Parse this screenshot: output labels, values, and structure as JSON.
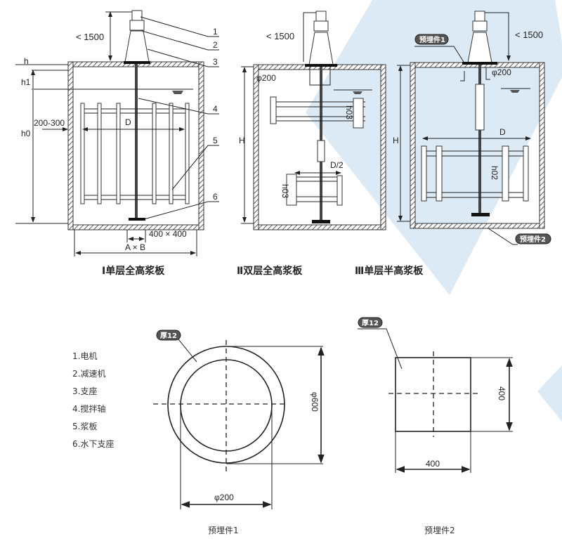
{
  "colors": {
    "background_accent": "#dbeaf5",
    "line": "#222222"
  },
  "diagram1": {
    "caption": "Ⅰ单层全高浆板",
    "height_limit": "< 1500",
    "labels": {
      "h": "h",
      "h1": "h1",
      "h0": "h0",
      "offset": "200-300",
      "D": "D",
      "base": "400 × 400",
      "AB": "A × B"
    },
    "callouts": [
      "1",
      "2",
      "3",
      "4",
      "5",
      "6"
    ]
  },
  "diagram2": {
    "caption": "Ⅱ双层全高浆板",
    "height_limit": "< 1500",
    "labels": {
      "H": "H",
      "phi": "φ200",
      "h03_upper": "h03",
      "h03_lower": "h03",
      "D2": "D/2"
    }
  },
  "diagram3": {
    "caption": "Ⅲ单层半高浆板",
    "height_limit": "< 1500",
    "labels": {
      "H": "H",
      "phi": "φ200",
      "D": "D",
      "h02": "h02"
    },
    "badge_top": "预埋件1",
    "badge_bottom": "预埋件2"
  },
  "legend": [
    "1.电机",
    "2.减速机",
    "3.支座",
    "4.搅拌轴",
    "5.浆板",
    "6.水下支座"
  ],
  "part1": {
    "badge": "厚12",
    "outer_dim": "φ600",
    "inner_dim": "φ200",
    "caption": "预埋件1"
  },
  "part2": {
    "badge": "厚12",
    "height_dim": "400",
    "width_dim": "400",
    "caption": "预埋件2"
  }
}
